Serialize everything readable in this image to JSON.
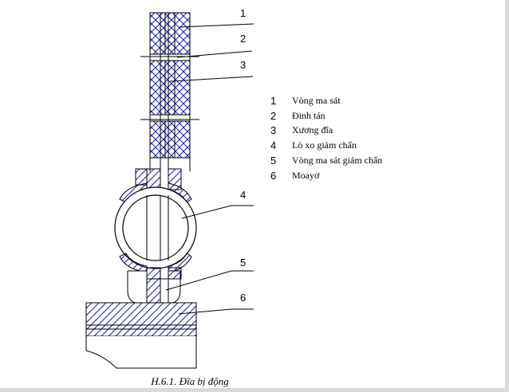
{
  "callouts": [
    "1",
    "2",
    "3",
    "4",
    "5",
    "6"
  ],
  "legend": [
    {
      "num": "1",
      "text": "Vòng ma sát"
    },
    {
      "num": "2",
      "text": "Đinh tán"
    },
    {
      "num": "3",
      "text": "Xương đĩa"
    },
    {
      "num": "4",
      "text": "Lò xo giảm chấn"
    },
    {
      "num": "5",
      "text": "Vòng ma sát giảm chấn"
    },
    {
      "num": "6",
      "text": "Moayơ"
    }
  ],
  "caption": "H.6.1. Đĩa bị động",
  "colors": {
    "line": "#000000",
    "hatch": "#1a1a9e",
    "background": "#ffffff"
  }
}
